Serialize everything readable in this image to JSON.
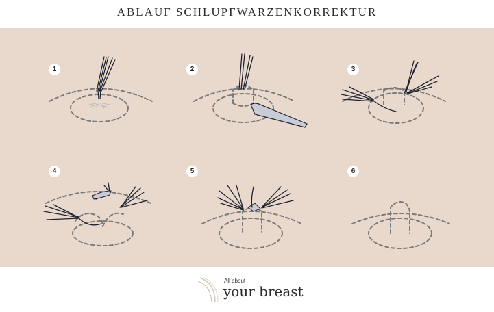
{
  "header": {
    "title": "ABLAUF SCHLUPFWARZENKORREKTUR"
  },
  "steps": [
    {
      "number": "1"
    },
    {
      "number": "2"
    },
    {
      "number": "3"
    },
    {
      "number": "4"
    },
    {
      "number": "5"
    },
    {
      "number": "6"
    }
  ],
  "brand": {
    "small": "All about",
    "big": "your breast"
  },
  "colors": {
    "panel": "#e8d9cc",
    "line": "#7a7a7a",
    "instrument": "#1e2230",
    "blade": "#c9ccd6"
  }
}
